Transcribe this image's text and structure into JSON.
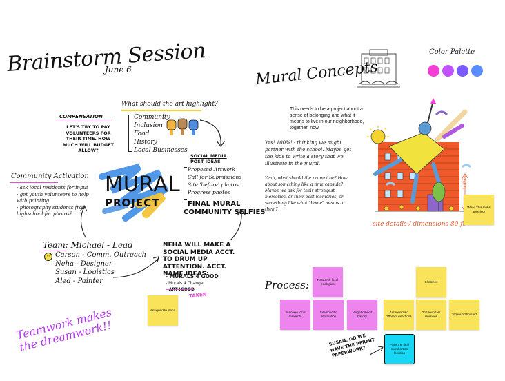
{
  "board": {
    "brainstorm_title": "Brainstorm Session",
    "brainstorm_date": "June 6",
    "mural_concepts_title": "Mural Concepts",
    "color_palette_title": "Color Palette",
    "palette_colors": [
      "#f33fd6",
      "#c052ff",
      "#7a5bff",
      "#5a8cff"
    ]
  },
  "compensation": {
    "heading": "Compensation",
    "body": "Let's try to pay volunteers for their time. How much will budget allow?"
  },
  "highlight": {
    "question": "What should the art highlight?",
    "items": [
      "Community",
      "Inclusion",
      "Food",
      "History",
      "Local Businesses"
    ]
  },
  "social_media": {
    "heading": "Social Media Post Ideas",
    "items": [
      "Proposed Artwork",
      "Call for Submissions",
      "Site 'before' photos",
      "Progress photos"
    ],
    "big_1": "Final Mural",
    "big_2": "Community Selfies"
  },
  "logo": {
    "line1": "MURAL",
    "line2": "PROJECT"
  },
  "community_activation": {
    "heading": "Community Activation",
    "items": [
      "- ask local residents for input",
      "- get youth volunteers to help with painting",
      "- photography students from highschool for photos?"
    ]
  },
  "team": {
    "heading": "Team: Michael - Lead",
    "members": [
      "Carson - Comm. Outreach",
      "Neha - Designer",
      "Susan - Logistics",
      "Aled - Painter"
    ]
  },
  "neha_note": {
    "text": "Neha will make a social media acct. to drum up attention. Acct. name ideas:",
    "ideas": [
      "- Murals 4 Good",
      "- Murals 4 Change",
      "- Art4Good"
    ],
    "taken_label": "TAKEN"
  },
  "teamwork": "Teamwork makes the dreamwork!!",
  "concept": {
    "typed": "This needs to be a project about a sense of belonging and what it means to live in our neighborhood, together, now.",
    "note_1": "Yes! 100%! - thinking we might partner with the school. Maybe get the kids to write a story that we illustrate in the mural.",
    "note_2": "Yeah, what should the prompt be? How about something like a time capsule? Maybe we ask for their strongest memories, or their best memories, or something like what \"home\" means to them?",
    "height_label": "10 ft",
    "site_label": "site details / dimensions 80 ft"
  },
  "process_label": "Process:",
  "susan_note": "Susan, do we have the permit paperwork?",
  "stickies": {
    "assigned": "Assigned to Neha",
    "wow": "Wow! This looks amazing!",
    "research": "Research local ecologies",
    "interview": "Interview local residents",
    "site_info": "Site specific information",
    "neighborhood": "Neighborhood history",
    "sketches": "Sketches",
    "round1": "1st round w/ different directions",
    "round2": "2nd round w/ revisions",
    "round3": "3rd round final art",
    "paint": "Paint the final mural art on location"
  }
}
